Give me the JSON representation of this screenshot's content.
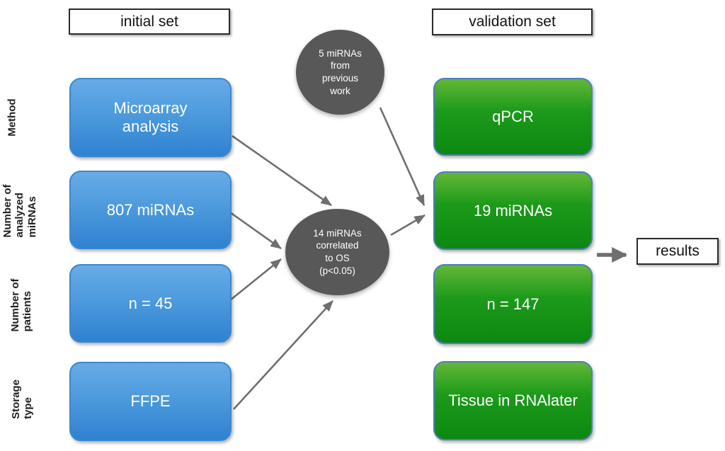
{
  "title_boxes": {
    "initial": "initial set",
    "validation": "validation set",
    "results": "results"
  },
  "row_labels": [
    {
      "label": "Method"
    },
    {
      "label": "Number of\nanalyzed\nmiRNAs"
    },
    {
      "label": "Number of\npatients"
    },
    {
      "label": "Storage\ntype"
    }
  ],
  "initial_set": [
    {
      "label": "Microarray\nanalysis"
    },
    {
      "label": "807 miRNAs"
    },
    {
      "label": "n = 45"
    },
    {
      "label": "FFPE"
    }
  ],
  "validation_set": [
    {
      "label": "qPCR"
    },
    {
      "label": "19 miRNAs"
    },
    {
      "label": "n = 147"
    },
    {
      "label": "Tissue in RNAlater"
    }
  ],
  "nodes": {
    "previous_work": "5 miRNAs\nfrom\nprevious\nwork",
    "correlated": "14 miRNAs\ncorrelated\nto OS\n(p<0.05)"
  },
  "colors": {
    "blue_top": "#68abe7",
    "blue_bottom": "#2f82d1",
    "blue_border": "#3d87cc",
    "green_top": "#63b737",
    "green_mid": "#1d9a1b",
    "green_bottom": "#0d8811",
    "green_border": "#4d7ebf",
    "circle_fill": "#585858",
    "arrow_color": "#6f6f6f"
  }
}
